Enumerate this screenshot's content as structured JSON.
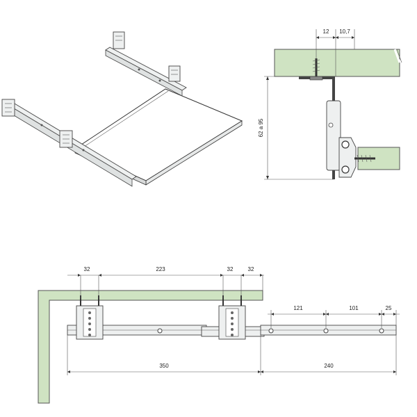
{
  "colors": {
    "wood": "#cfe3c2",
    "line": "#333333",
    "metal": "#eef0f0"
  },
  "side_view": {
    "dims": {
      "left": "12",
      "right": "10,7",
      "height": "62 a 95"
    }
  },
  "bottom_view": {
    "top_dims": [
      "32",
      "223",
      "32",
      "32"
    ],
    "right_dims": [
      "121",
      "101",
      "25"
    ],
    "bottom_dims": [
      "350",
      "240"
    ]
  }
}
